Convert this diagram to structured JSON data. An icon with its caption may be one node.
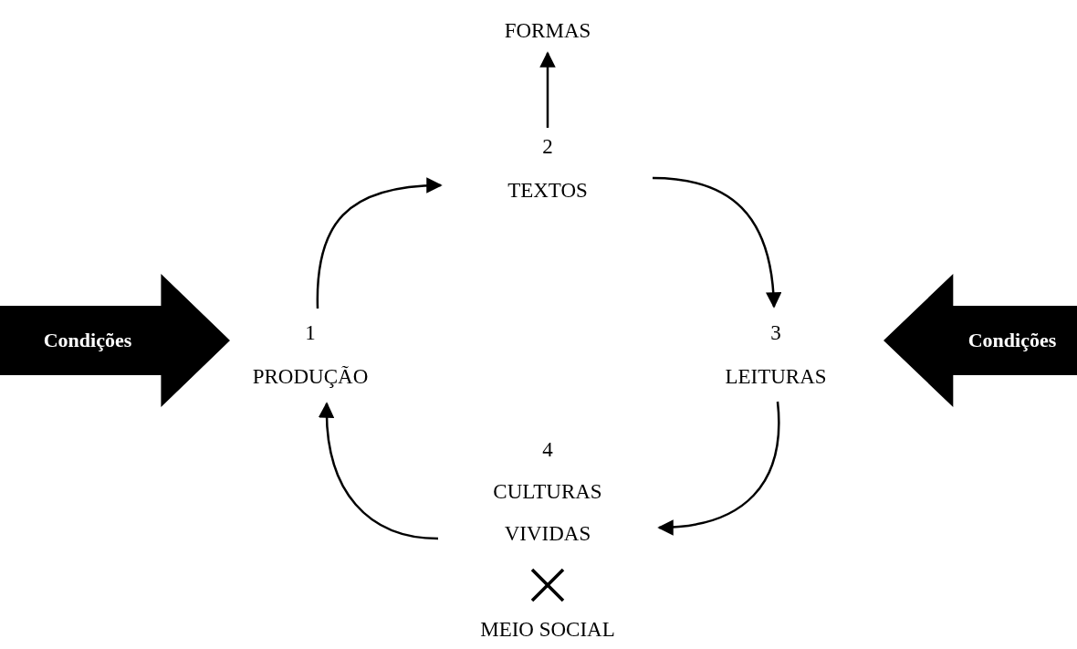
{
  "diagram": {
    "nodes": [
      {
        "text": [
          "FORMAS"
        ]
      },
      {
        "text": [
          "2",
          "TEXTOS"
        ]
      },
      {
        "text": [
          "Condições"
        ]
      },
      {
        "text": [
          "1",
          "PRODUÇÃO"
        ]
      },
      {
        "text": [
          "3",
          "LEITURAS"
        ]
      },
      {
        "text": [
          "Condições"
        ]
      },
      {
        "text": [
          "4",
          "CULTURAS VIVIDAS"
        ]
      },
      {
        "text": [
          "MEIO SOCIAL"
        ]
      }
    ],
    "edges": [
      {
        "from": 1,
        "to": 0,
        "arrow": "to"
      },
      {
        "from": 3,
        "to": 1,
        "arrow": "to"
      },
      {
        "from": 1,
        "to": 4,
        "arrow": "to"
      },
      {
        "from": 4,
        "to": 6,
        "arrow": "to"
      },
      {
        "from": 6,
        "to": 3,
        "arrow": "to"
      }
    ]
  }
}
